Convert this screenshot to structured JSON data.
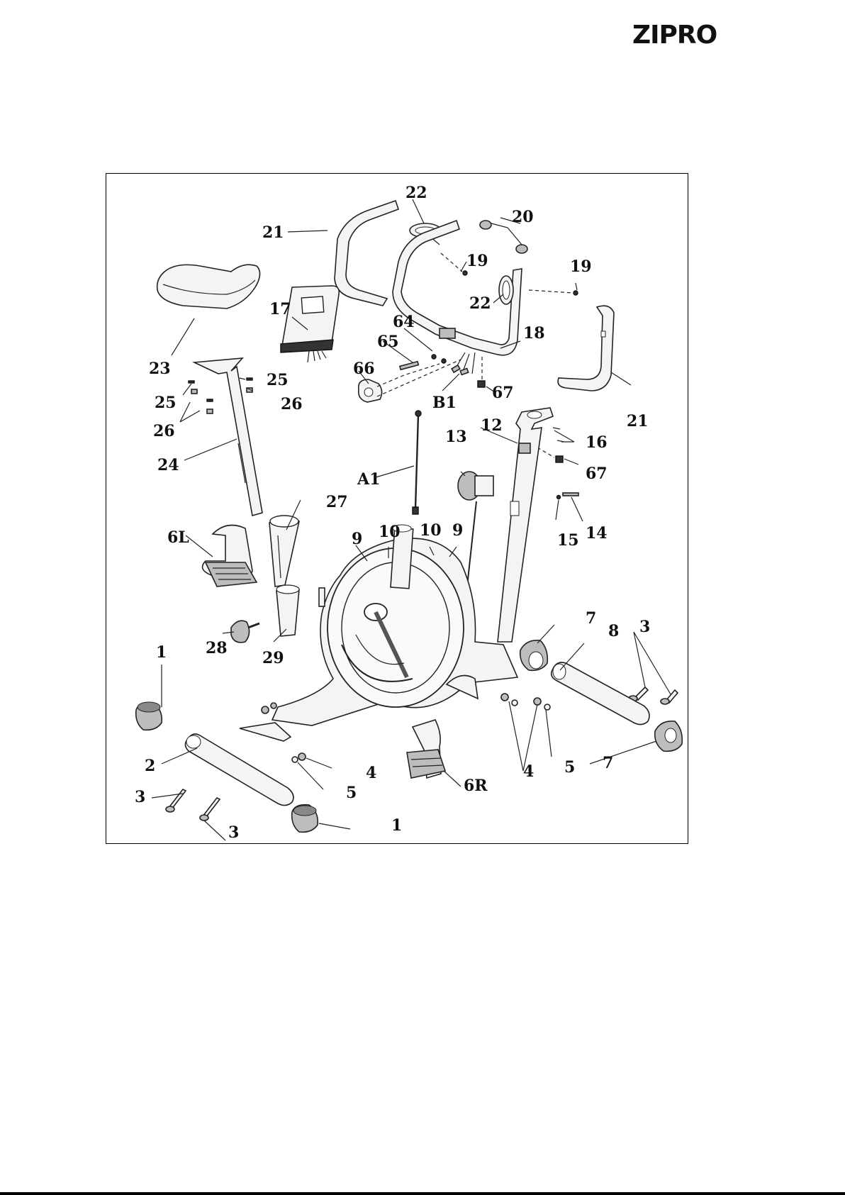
{
  "brand": {
    "logo_text": "ZIPRO"
  },
  "diagram": {
    "labels": [
      {
        "id": "l21a",
        "text": "21"
      },
      {
        "id": "l22a",
        "text": "22"
      },
      {
        "id": "l20",
        "text": "20"
      },
      {
        "id": "l19a",
        "text": "19"
      },
      {
        "id": "l19b",
        "text": "19"
      },
      {
        "id": "l22b",
        "text": "22"
      },
      {
        "id": "l18",
        "text": "18"
      },
      {
        "id": "l17",
        "text": "17"
      },
      {
        "id": "l64",
        "text": "64"
      },
      {
        "id": "l65",
        "text": "65"
      },
      {
        "id": "l66",
        "text": "66"
      },
      {
        "id": "lB1",
        "text": "B1"
      },
      {
        "id": "l67a",
        "text": "67"
      },
      {
        "id": "l21b",
        "text": "21"
      },
      {
        "id": "l23",
        "text": "23"
      },
      {
        "id": "l25a",
        "text": "25"
      },
      {
        "id": "l25b",
        "text": "25"
      },
      {
        "id": "l26a",
        "text": "26"
      },
      {
        "id": "l26b",
        "text": "26"
      },
      {
        "id": "l24",
        "text": "24"
      },
      {
        "id": "lA1",
        "text": "A1"
      },
      {
        "id": "l13",
        "text": "13"
      },
      {
        "id": "l12",
        "text": "12"
      },
      {
        "id": "l16",
        "text": "16"
      },
      {
        "id": "l67b",
        "text": "67"
      },
      {
        "id": "l27",
        "text": "27"
      },
      {
        "id": "l6L",
        "text": "6L"
      },
      {
        "id": "l9a",
        "text": "9"
      },
      {
        "id": "l10a",
        "text": "10"
      },
      {
        "id": "l10b",
        "text": "10"
      },
      {
        "id": "l9b",
        "text": "9"
      },
      {
        "id": "l15",
        "text": "15"
      },
      {
        "id": "l14",
        "text": "14"
      },
      {
        "id": "l28",
        "text": "28"
      },
      {
        "id": "l29",
        "text": "29"
      },
      {
        "id": "l1a",
        "text": "1"
      },
      {
        "id": "l7a",
        "text": "7"
      },
      {
        "id": "l8",
        "text": "8"
      },
      {
        "id": "l3a",
        "text": "3"
      },
      {
        "id": "l2",
        "text": "2"
      },
      {
        "id": "l4a",
        "text": "4"
      },
      {
        "id": "l5a",
        "text": "5"
      },
      {
        "id": "l4b",
        "text": "4"
      },
      {
        "id": "l5b",
        "text": "5"
      },
      {
        "id": "l7b",
        "text": "7"
      },
      {
        "id": "l6R",
        "text": "6R"
      },
      {
        "id": "l3b",
        "text": "3"
      },
      {
        "id": "l3c",
        "text": "3"
      },
      {
        "id": "l1b",
        "text": "1"
      }
    ]
  }
}
